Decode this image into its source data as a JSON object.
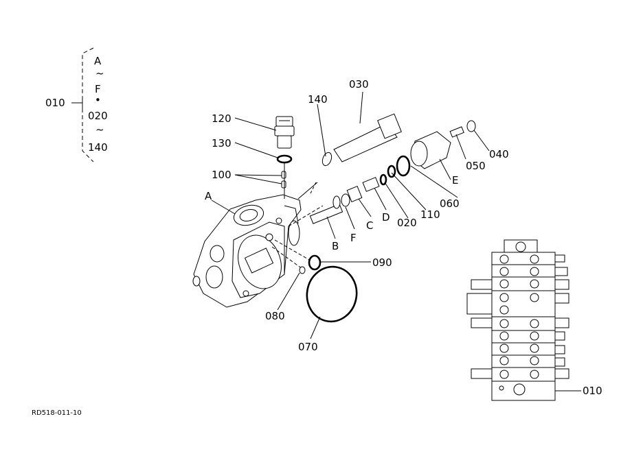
{
  "bracket": {
    "group_ref": "010",
    "items": [
      "A",
      "~",
      "F",
      "•",
      "020",
      "~",
      "140"
    ]
  },
  "callouts": {
    "p030": "030",
    "p140": "140",
    "p120": "120",
    "p130": "130",
    "p100": "100",
    "pA": "A",
    "p040": "040",
    "p050": "050",
    "pE": "E",
    "p060": "060",
    "p110": "110",
    "p020": "020",
    "pD": "D",
    "pC": "C",
    "pF": "F",
    "pB": "B",
    "p090": "090",
    "p080": "080",
    "p070": "070",
    "p010_inset": "010"
  },
  "drawing_code": "RD518-011-10"
}
